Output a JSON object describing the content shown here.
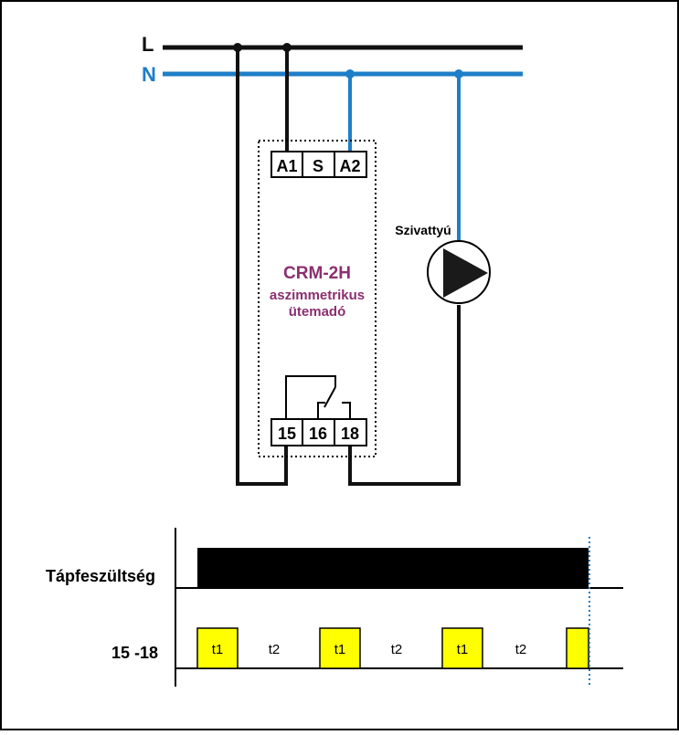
{
  "lines": {
    "live_label": "L",
    "neutral_label": "N"
  },
  "device": {
    "name": "CRM-2H",
    "line2": "aszimmetrikus",
    "line3": "ütemadó",
    "top_terminals": [
      "A1",
      "S",
      "A2"
    ],
    "bottom_terminals": [
      "15",
      "16",
      "18"
    ]
  },
  "pump": {
    "label": "Szivattyú"
  },
  "timing": {
    "supply_label": "Tápfeszültség",
    "contact_label": "15 -18",
    "t1": "t1",
    "t2": "t2",
    "pulse_sequence": [
      "t1",
      "t2",
      "t1",
      "t2",
      "t1",
      "t2"
    ]
  },
  "colors": {
    "live": "#111111",
    "neutral": "#1e7ec8",
    "device_text": "#8b2f6f",
    "pulse_fill": "#ffff00",
    "frame": "#000000"
  }
}
